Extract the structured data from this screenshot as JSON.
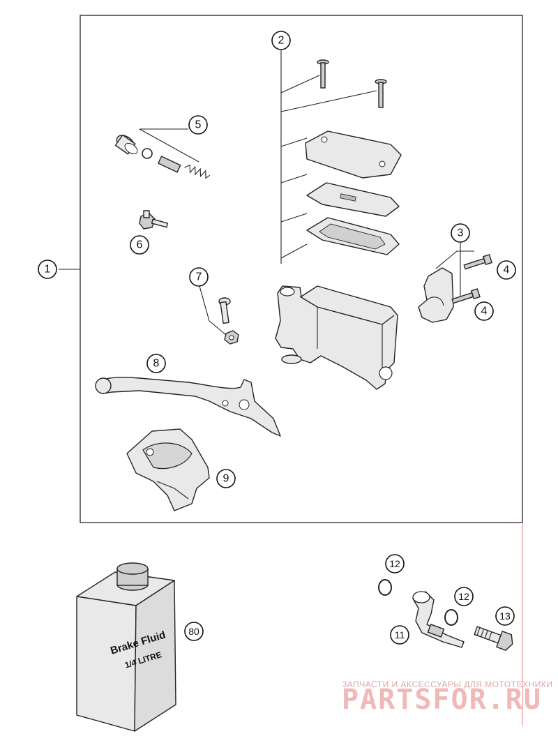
{
  "callouts": {
    "c1": "1",
    "c2": "2",
    "c3": "3",
    "c4a": "4",
    "c4b": "4",
    "c5": "5",
    "c6": "6",
    "c7": "7",
    "c8": "8",
    "c9": "9",
    "c11": "11",
    "c12a": "12",
    "c12b": "12",
    "c13": "13",
    "c80": "80"
  },
  "fluid_can": {
    "line1": "Brake Fluid",
    "line2": "1/4 LITRE"
  },
  "watermark": {
    "tagline": "ЗАПЧАСТИ И АКСЕССУАРЫ ДЛЯ МОТОТЕХНИКИ",
    "brand": "PARTSFOR.RU"
  },
  "colors": {
    "line": "#222222",
    "watermark": "#f1b8b8",
    "watermark_rule": "#f08080"
  }
}
